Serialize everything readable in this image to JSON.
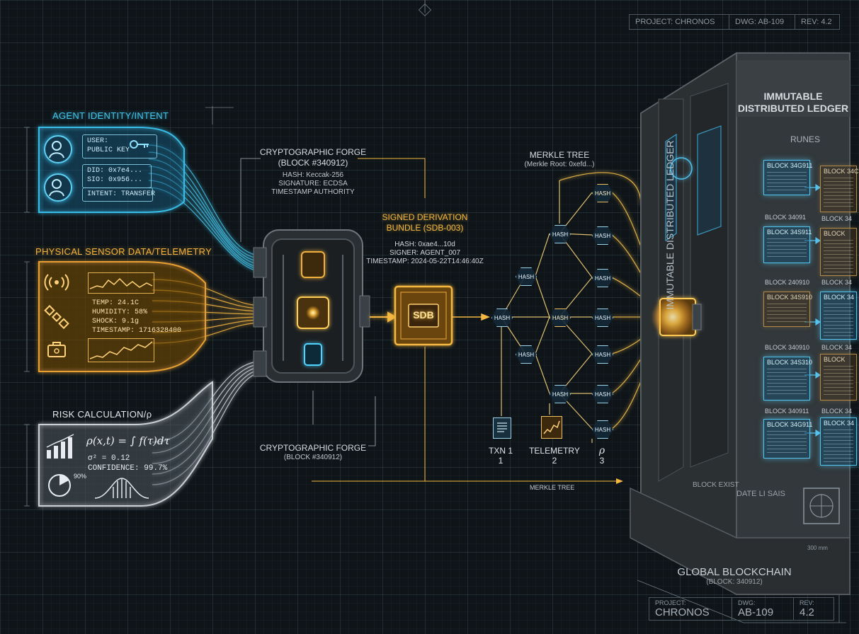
{
  "title_block_top": {
    "project": "PROJECT: CHRONOS",
    "dwg": "DWG: AB-109",
    "rev": "REV: 4.2"
  },
  "title_block_bottom": {
    "project_label": "PROJECT:",
    "project": "CHRONOS",
    "dwg_label": "DWG:",
    "dwg": "AB-109",
    "rev_label": "REV:",
    "rev": "4.2"
  },
  "agent": {
    "heading": "AGENT IDENTITY/INTENT",
    "user_line1": "USER:",
    "user_line2": "PUBLIC KEY",
    "did": "DID: 0x7e4...",
    "sio": "SIO: 0x956...",
    "intent": "INTENT: TRANSFER"
  },
  "sensor": {
    "heading": "PHYSICAL SENSOR DATA/TELEMETRY",
    "temp": "TEMP: 24.1C",
    "humidity": "HUMIDITY: 58%",
    "shock": "SHOCK: 9.1g",
    "timestamp": "TIMESTAMP: 1716328400"
  },
  "risk": {
    "heading": "RISK CALCULATION/ρ",
    "formula": "ρ(x,t) = ∫ f(τ)dτ",
    "sigma": "σ² = 0.12",
    "confidence": "CONFIDENCE: 99.7%",
    "pie_label": "90%"
  },
  "forge_top": {
    "title1": "CRYPTOGRAPHIC FORGE",
    "title2": "(BLOCK #340912)",
    "hash": "HASH: Keccak-256",
    "signature": "SIGNATURE: ECDSA",
    "authority": "TIMESTAMP AUTHORITY"
  },
  "forge_bottom": {
    "title": "CRYPTOGRAPHIC FORGE",
    "sub": "(BLOCK #340912)"
  },
  "sdb": {
    "title1": "SIGNED DERIVATION",
    "title2": "BUNDLE (SDB-003)",
    "hash": "HASH: 0xae4...10d",
    "signer": "SIGNER: AGENT_007",
    "timestamp": "TIMESTAMP: 2024-05-22T14:46:40Z",
    "badge": "SDB"
  },
  "merkle": {
    "title": "MERKLE TREE",
    "root": "(Merkle Root: 0xefd...)",
    "node_label": "HASH",
    "bottom_label": "MERKLE TREE",
    "leaves": [
      {
        "name": "TXN 1",
        "num": "1"
      },
      {
        "name": "TELEMETRY",
        "num": "2"
      },
      {
        "name": "ρ",
        "num": "3"
      }
    ]
  },
  "ledger": {
    "title1": "IMMUTABLE",
    "title2": "DISTRIBUTED LEDGER",
    "vertical": "IMMUTABLE DISTRIBUTED LEDGER",
    "runes": "RUNES",
    "blocks_left": [
      "BLOCK 34G911",
      "BLOCK 34S911",
      "BLOCK 34S910",
      "BLOCK 34S310",
      "BLOCK 34G911"
    ],
    "labels_left": [
      "BLOCK 34091",
      "BLOCK 240910",
      "BLOCK 340910",
      "BLOCK 340911"
    ],
    "blocks_right": [
      "BLOCK 34C",
      "BLOCK",
      "BLOCK 34",
      "BLOCK",
      "BLOCK 34"
    ],
    "labels_right": [
      "BLOCK 34",
      "BLOCK 34",
      "BLOCK 34",
      "BLOCK 34"
    ],
    "base1": "BLOCK EXIST",
    "base2": "DATE LI SAIS",
    "dim": "300 mm"
  },
  "global": {
    "title": "GLOBAL BLOCKCHAIN",
    "sub": "(BLOCK: 340912)"
  },
  "colors": {
    "cyan": "#38bde8",
    "amber": "#e8a032",
    "gold": "#f4b840",
    "white": "#c9d0d6"
  }
}
